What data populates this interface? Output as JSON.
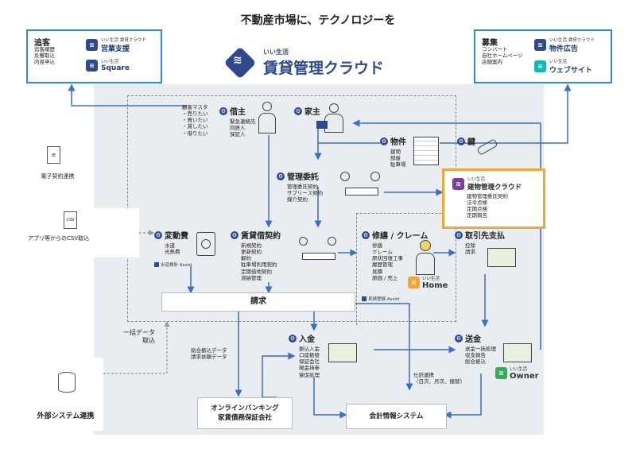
{
  "title": "不動産市場に、テクノロジーを",
  "brand": {
    "sub": "いい生活",
    "name": "賃貸管理クラウド"
  },
  "left_panel": {
    "heading": "追客",
    "items": "追客履歴\n反響取込\n内見申込",
    "services": [
      {
        "sub": "いい生活 賃貸クラウド",
        "name": "営業支援"
      },
      {
        "sub": "いい生活",
        "name": "Square"
      }
    ]
  },
  "right_panel": {
    "heading": "募集",
    "items": "コンバート\n自社ホームページ\n店頭案内",
    "services": [
      {
        "sub": "いい生活 賃貸クラウド",
        "name": "物件広告"
      },
      {
        "sub": "いい生活",
        "name": "ウェブサイト"
      }
    ]
  },
  "side": {
    "econtract": "電子契約連携",
    "csv_icon": "CSV",
    "csv": "アプリ等からのCSV取込",
    "external": "外部システム連携",
    "bulk": "一括データ\n取込"
  },
  "nodes": {
    "tenant": {
      "label": "借主",
      "items": "緊急連絡先\n同居人\n保証人"
    },
    "customer_master": "顧客マスタ\n・売りたい\n・買いたい\n・貸したい\n・借りたい",
    "owner": {
      "label": "家主"
    },
    "property": {
      "label": "物件",
      "items": "建物\n部屋\n駐車場"
    },
    "key": {
      "label": "鍵"
    },
    "mgmt": {
      "label": "管理委託",
      "items": "管理委託契約\nサブリース契約\n媒介契約"
    },
    "bldg": {
      "sub": "いい生活",
      "label": "建物管理クラウド",
      "items": "建物管理委託契約\n法令点検\n定期点検\n定期報告"
    },
    "varfee": {
      "label": "変動費",
      "items": "水道\n光熱費",
      "assist": "水道検針 Assist"
    },
    "lease": {
      "label": "賃貸借契約",
      "items": "新規契約\n更新契約\n解約\n駐車場利用契約\n定期借地契約\n滞納管理"
    },
    "repair": {
      "label": "修繕 / クレーム",
      "items": "修繕\nクレーム\n原状回復工事\n履歴管理\n見積\n原価 / 売上",
      "home_sub": "いい生活",
      "home": "Home",
      "assist": "見積登録 Assist"
    },
    "supplier": {
      "label": "取引先支払",
      "items": "控除\n請求"
    },
    "billing": {
      "label": "請求"
    },
    "deposit": {
      "label": "入金",
      "items": "振込入金\n口座振替\n保証会社\n現金持参\n督促処理"
    },
    "remit": {
      "label": "送金",
      "items": "送金一括処理\n収支報告\n総合振込",
      "owner_sub": "いい生活",
      "owner_app": "Owner"
    },
    "ob_note": "総合振込データ\n請求依頼データ",
    "journal": "仕訳連携\n（日次、月次、振替）",
    "banking": "オンラインバンキング\n家賃債務保証会社",
    "accounting": "会計情報システム"
  },
  "colors": {
    "navy": "#2e4a8c",
    "blue": "#2e8ad8",
    "orange": "#f4a53a",
    "green": "#3da85a",
    "teal": "#19b4b4"
  }
}
